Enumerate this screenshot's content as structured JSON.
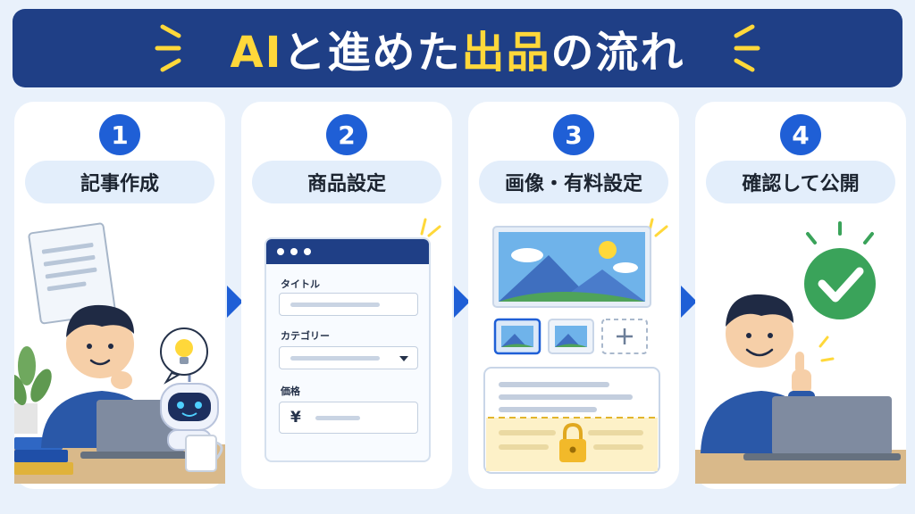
{
  "header": {
    "title_prefix": "AI",
    "title_mid": "と進めた",
    "title_highlight": "出品",
    "title_suffix": "の流れ"
  },
  "steps": [
    {
      "number": "1",
      "label": "記事作成"
    },
    {
      "number": "2",
      "label": "商品設定"
    },
    {
      "number": "3",
      "label": "画像・有料設定"
    },
    {
      "number": "4",
      "label": "確認して公開"
    }
  ],
  "form": {
    "title_label": "タイトル",
    "category_label": "カテゴリー",
    "price_label": "価格",
    "currency_symbol": "¥"
  },
  "colors": {
    "banner": "#1f3f86",
    "accent_yellow": "#ffd83a",
    "step_blue": "#1f5fd6",
    "check_green": "#3aa35a"
  }
}
